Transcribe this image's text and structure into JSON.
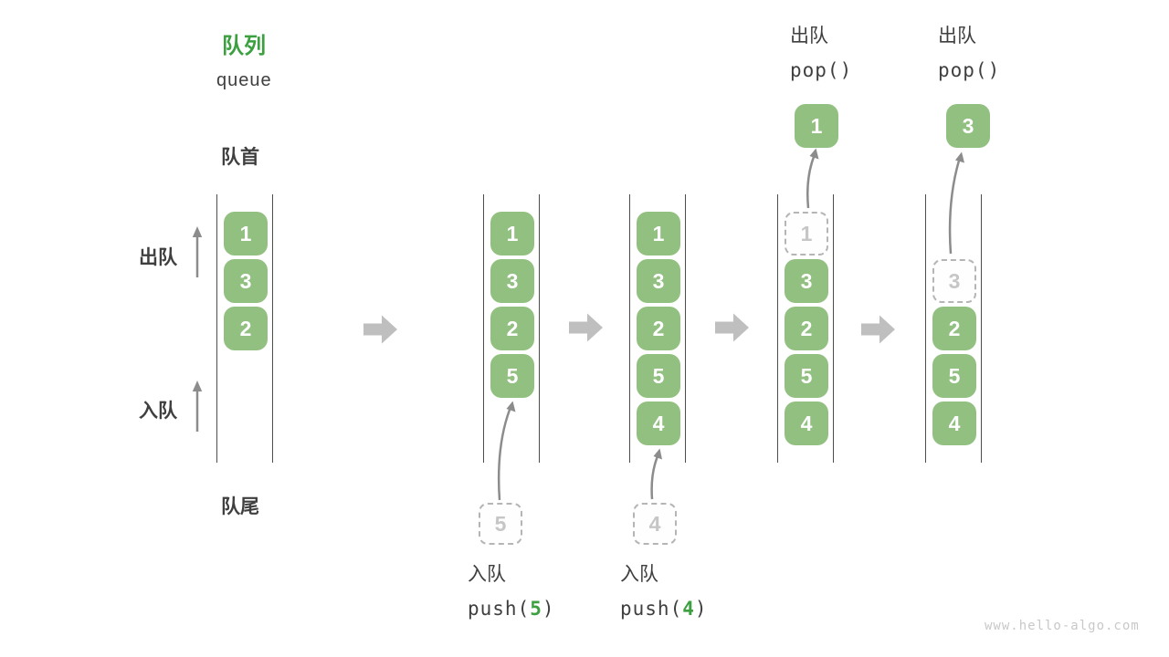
{
  "title": {
    "zh": "队列",
    "en": "queue"
  },
  "side_labels": {
    "front": "队首",
    "rear": "队尾",
    "dequeue": "出队",
    "enqueue": "入队"
  },
  "watermark": "www.hello-algo.com",
  "colors": {
    "box_green": "#91C080",
    "title_green": "#3CA041",
    "dark_text": "#3F3F3F",
    "thin_arrow": "#8C8C8C",
    "block_arrow": "#BFBFBF",
    "dashed_border": "#B5B5B5",
    "dashed_text": "#C6C6C6",
    "wall_line": "#4D4D4D",
    "watermark": "#C8C8C8"
  },
  "stages": [
    {
      "slots": [
        {
          "v": "1",
          "slot": 0,
          "state": "filled"
        },
        {
          "v": "3",
          "slot": 1,
          "state": "filled"
        },
        {
          "v": "2",
          "slot": 2,
          "state": "filled"
        }
      ]
    },
    {
      "slots": [
        {
          "v": "1",
          "slot": 0,
          "state": "filled"
        },
        {
          "v": "3",
          "slot": 1,
          "state": "filled"
        },
        {
          "v": "2",
          "slot": 2,
          "state": "filled"
        },
        {
          "v": "5",
          "slot": 3,
          "state": "filled"
        }
      ],
      "incoming": "5",
      "op": {
        "label": "入队",
        "pre": "push(",
        "arg": "5",
        "post": ")"
      }
    },
    {
      "slots": [
        {
          "v": "1",
          "slot": 0,
          "state": "filled"
        },
        {
          "v": "3",
          "slot": 1,
          "state": "filled"
        },
        {
          "v": "2",
          "slot": 2,
          "state": "filled"
        },
        {
          "v": "5",
          "slot": 3,
          "state": "filled"
        },
        {
          "v": "4",
          "slot": 4,
          "state": "filled"
        }
      ],
      "incoming": "4",
      "op": {
        "label": "入队",
        "pre": "push(",
        "arg": "4",
        "post": ")"
      }
    },
    {
      "slots": [
        {
          "v": "1",
          "slot": 0,
          "state": "dashed"
        },
        {
          "v": "3",
          "slot": 1,
          "state": "filled"
        },
        {
          "v": "2",
          "slot": 2,
          "state": "filled"
        },
        {
          "v": "5",
          "slot": 3,
          "state": "filled"
        },
        {
          "v": "4",
          "slot": 4,
          "state": "filled"
        }
      ],
      "popped": "1",
      "op": {
        "label": "出队",
        "pre": "pop(",
        "arg": "",
        "post": ")"
      }
    },
    {
      "slots": [
        {
          "v": "3",
          "slot": 1,
          "state": "dashed"
        },
        {
          "v": "2",
          "slot": 2,
          "state": "filled"
        },
        {
          "v": "5",
          "slot": 3,
          "state": "filled"
        },
        {
          "v": "4",
          "slot": 4,
          "state": "filled"
        }
      ],
      "popped": "3",
      "op": {
        "label": "出队",
        "pre": "pop(",
        "arg": "",
        "post": ")"
      }
    }
  ]
}
